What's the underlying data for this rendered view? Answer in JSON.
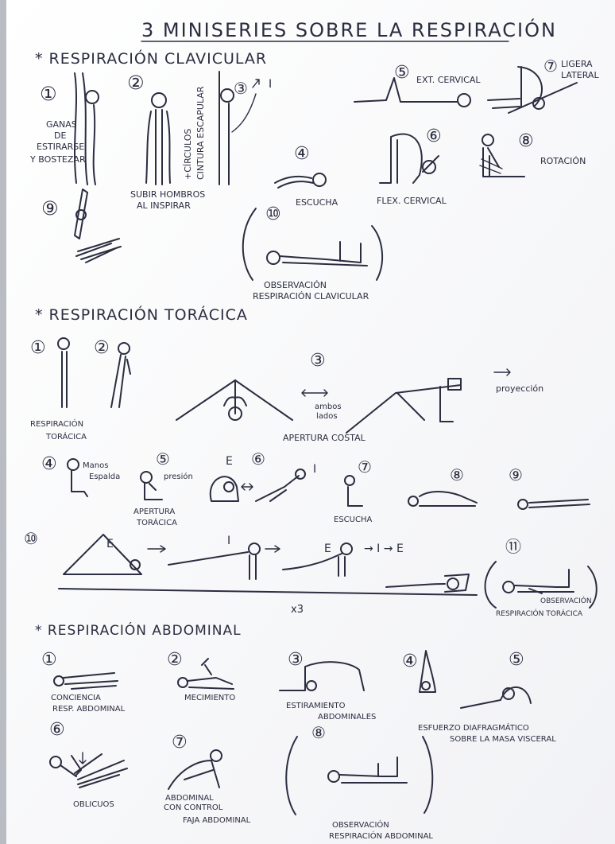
{
  "title": "3 MINISERIES SOBRE LA RESPIRACIÓN",
  "sections": [
    {
      "heading": "* RESPIRACIÓN CLAVICULAR",
      "labels": {
        "n1": "①",
        "n2": "②",
        "n3": "③",
        "n4": "④",
        "n5": "⑤",
        "n6": "⑥",
        "n7": "⑦",
        "n8": "⑧",
        "n9": "⑨",
        "n10": "⑩",
        "i": "I",
        "ganas1": "GANAS",
        "ganas2": "DE",
        "ganas3": "ESTIRARSE",
        "ganas4": "Y BOSTEZAR",
        "subir1": "SUBIR HOMBROS",
        "subir2": "AL INSPIRAR",
        "circ1": "+CÍRCULOS",
        "circ2": "CINTURA ESCAPULAR",
        "escucha": "ESCUCHA",
        "ext": "EXT. CERVICAL",
        "flex": "FLEX. CERVICAL",
        "lig1": "LIGERA",
        "lig2": "LATERAL",
        "rot": "ROTACIÓN",
        "obs1": "OBSERVACIÓN",
        "obs2": "RESPIRACIÓN CLAVICULAR"
      }
    },
    {
      "heading": "* RESPIRACIÓN TORÁCICA",
      "labels": {
        "n1": "①",
        "n2": "②",
        "n3": "③",
        "n4": "④",
        "n5": "⑤",
        "n6": "⑥",
        "n7": "⑦",
        "n8": "⑧",
        "n9": "⑨",
        "n10": "⑩",
        "n11": "⑪",
        "resp1": "RESPIRACIÓN",
        "resp2": "TORÁCICA",
        "ambos1": "ambos",
        "ambos2": "lados",
        "proy": "proyección",
        "apert_costal": "APERTURA COSTAL",
        "manos1": "Manos",
        "manos2": "Espalda",
        "presion": "presión",
        "apert1": "APERTURA",
        "apert2": "TORÁCICA",
        "e": "E",
        "i": "I",
        "escucha": "ESCUCHA",
        "ie": "→ I → E",
        "x3": "x3",
        "obs1": "OBSERVACIÓN",
        "obs2": "RESPIRACIÓN TORÁCICA"
      }
    },
    {
      "heading": "* RESPIRACIÓN ABDOMINAL",
      "labels": {
        "n1": "①",
        "n2": "②",
        "n3": "③",
        "n4": "④",
        "n5": "⑤",
        "n6": "⑥",
        "n7": "⑦",
        "n8": "⑧",
        "conc1": "CONCIENCIA",
        "conc2": "RESP. ABDOMINAL",
        "mec": "MECIMIENTO",
        "est1": "ESTIRAMIENTO",
        "est2": "ABDOMINALES",
        "esf1": "ESFUERZO DIAFRAGMÁTICO",
        "esf2": "SOBRE LA MASA VISCERAL",
        "obl": "OBLICUOS",
        "abd1": "ABDOMINAL",
        "abd2": "CON CONTROL",
        "abd3": "FAJA ABDOMINAL",
        "obs1": "OBSERVACIÓN",
        "obs2": "RESPIRACIÓN ABDOMINAL"
      }
    }
  ],
  "colors": {
    "paper": "#fbfbfc",
    "ink": "#2b2d40",
    "backdrop": "#b9bcc2"
  }
}
